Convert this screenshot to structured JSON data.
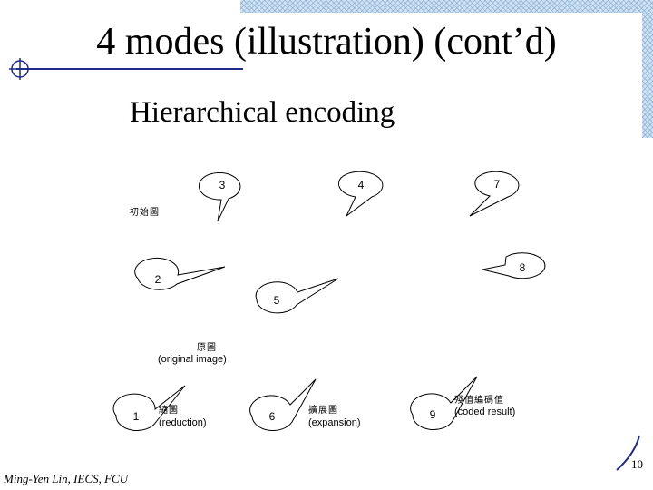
{
  "slide": {
    "title": "4 modes (illustration) (cont’d)",
    "subtitle": "Hierarchical encoding",
    "footer": "Ming-Yen Lin, IECS, FCU",
    "page_number": "10"
  },
  "diagram": {
    "callout_3": "3",
    "callout_4": "4",
    "callout_7": "7",
    "label_initial_cn": "初始圖",
    "callout_8": "8",
    "callout_2": "2",
    "callout_5": "5",
    "label_original_cn": "原圖",
    "label_original_en": "(original image)",
    "callout_1": "1",
    "label_reduction_cn": "縮圖",
    "label_reduction_en": "(reduction)",
    "callout_6": "6",
    "label_expansion_cn": "擴展圖",
    "label_expansion_en": "(expansion)",
    "callout_9": "9",
    "label_coded_cn": "殘值編碼值",
    "label_coded_en": "(coded result)"
  },
  "colors": {
    "accent": "#1f2a8a",
    "pattern": "#cfe3f5"
  }
}
